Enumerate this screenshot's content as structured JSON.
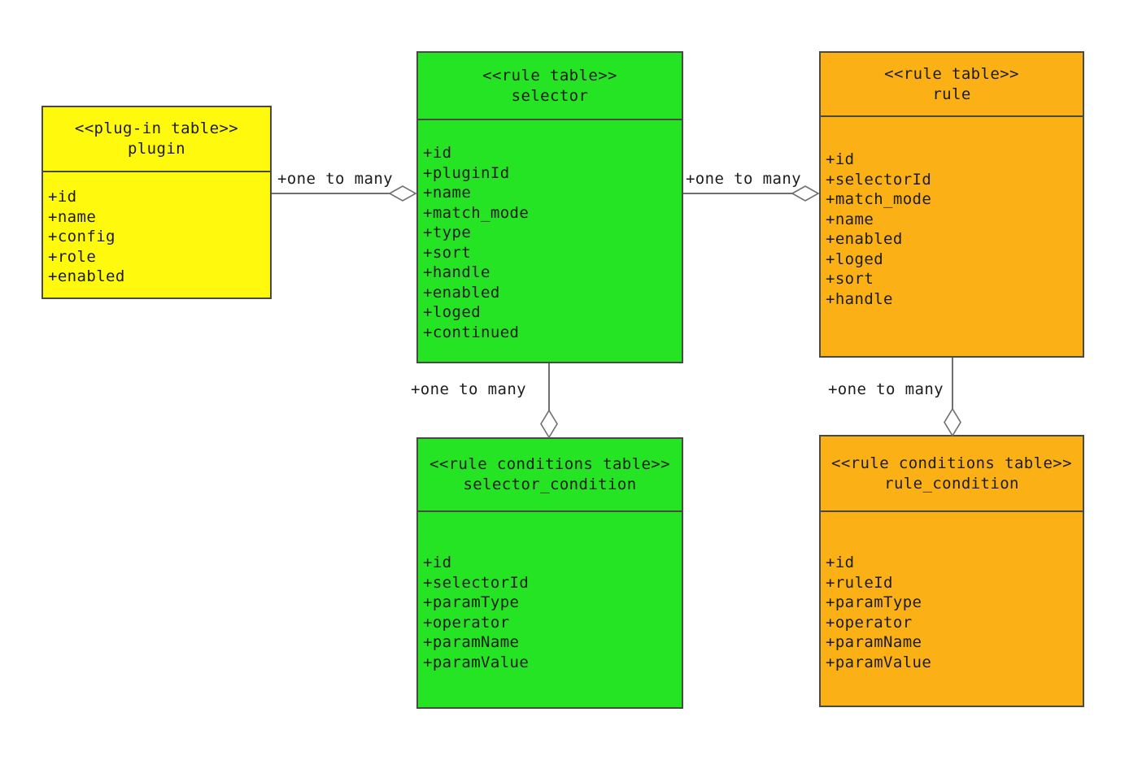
{
  "colors": {
    "plugin_table": "#FFFA0D",
    "rule_table_green": "#25E423",
    "rule_table_orange": "#FBB116",
    "border": "#4a4a45",
    "connector_line": "#6f6f6f",
    "text": "#1c1c1c"
  },
  "entities": [
    {
      "id": "plugin",
      "stereotype": "<<plug-in table>>",
      "name": "plugin",
      "fields": [
        "+id",
        "+name",
        "+config",
        "+role",
        "+enabled"
      ]
    },
    {
      "id": "selector",
      "stereotype": "<<rule table>>",
      "name": "selector",
      "fields": [
        "+id",
        "+pluginId",
        "+name",
        "+match_mode",
        "+type",
        "+sort",
        "+handle",
        "+enabled",
        "+loged",
        "+continued"
      ]
    },
    {
      "id": "rule",
      "stereotype": "<<rule table>>",
      "name": "rule",
      "fields": [
        "+id",
        "+selectorId",
        "+match_mode",
        "+name",
        "+enabled",
        "+loged",
        "+sort",
        "+handle"
      ]
    },
    {
      "id": "selector_condition",
      "stereotype": "<<rule conditions table>>",
      "name": "selector_condition",
      "fields": [
        "+id",
        "+selectorId",
        "+paramType",
        "+operator",
        "+paramName",
        "+paramValue"
      ]
    },
    {
      "id": "rule_condition",
      "stereotype": "<<rule conditions table>>",
      "name": "rule_condition",
      "fields": [
        "+id",
        "+ruleId",
        "+paramType",
        "+operator",
        "+paramName",
        "+paramValue"
      ]
    }
  ],
  "relations": [
    {
      "from": "plugin",
      "to": "selector",
      "label": "+one to many"
    },
    {
      "from": "selector",
      "to": "rule",
      "label": "+one to many"
    },
    {
      "from": "selector",
      "to": "selector_condition",
      "label": "+one to many"
    },
    {
      "from": "rule",
      "to": "rule_condition",
      "label": "+one to many"
    }
  ]
}
